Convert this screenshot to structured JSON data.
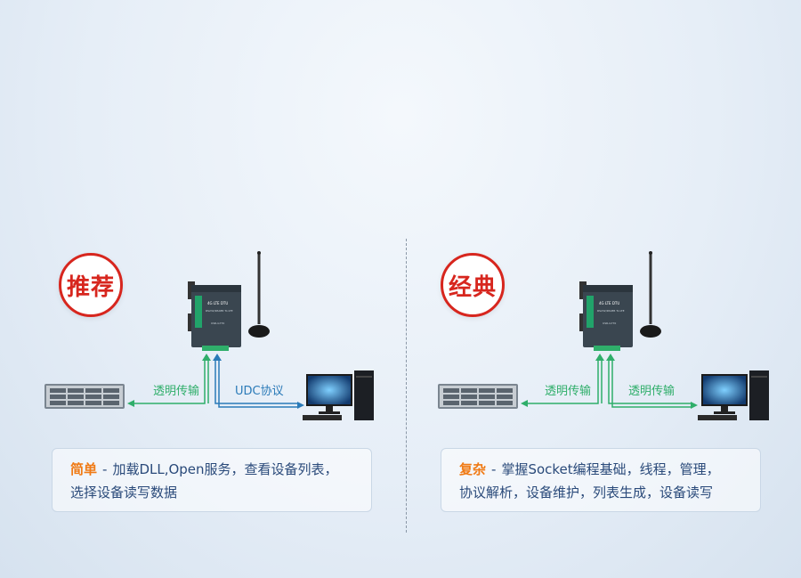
{
  "left": {
    "badge": "推荐",
    "label_a": "透明传输",
    "label_b": "UDC协议",
    "keyword": "简单",
    "dash": "-",
    "desc_line1": "加载DLL,Open服务，查看设备列表，",
    "desc_line2": "选择设备读写数据"
  },
  "right": {
    "badge": "经典",
    "label_a": "透明传输",
    "label_b": "透明传输",
    "keyword": "复杂",
    "dash": "-",
    "desc_line1": "掌握Socket编程基础，线程，管理，",
    "desc_line2": "协议解析，设备维护，列表生成，设备读写"
  },
  "device": {
    "title": "4G LTE DTU",
    "subtitle": "RS232/RS485 To LTE",
    "model": "USR-G770"
  },
  "colors": {
    "accent_red": "#d7261e",
    "keyword_orange": "#f07a14",
    "green_arrow": "#2fae6a",
    "blue_arrow": "#2a7ab8"
  }
}
